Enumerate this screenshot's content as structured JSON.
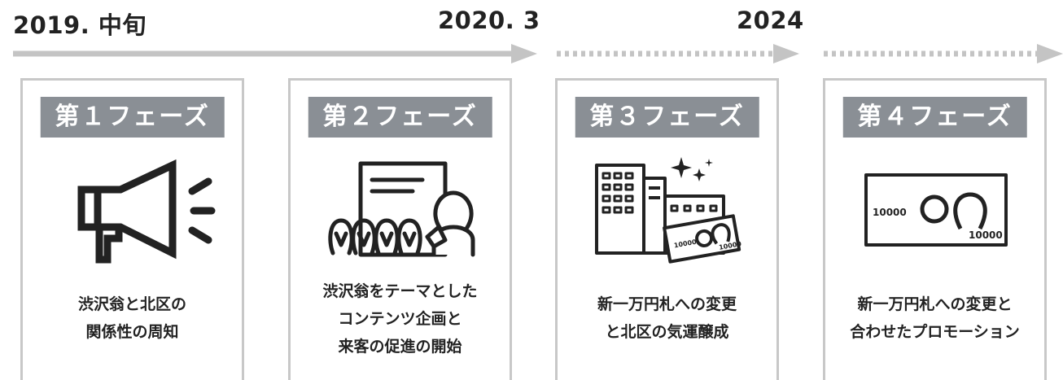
{
  "dates": [
    "2019. 中旬",
    "2020. 3",
    "2024"
  ],
  "colors": {
    "timeline_gray": "#c4c4c4",
    "label_bg": "#8a8f95",
    "card_border": "#c8c8c8",
    "icon_stroke": "#222222"
  },
  "phases": [
    {
      "label": "第１フェーズ",
      "icon": "megaphone-icon",
      "description": "渋沢翁と北区の\n関係性の周知"
    },
    {
      "label": "第２フェーズ",
      "icon": "presentation-audience-icon",
      "description": "渋沢翁をテーマとした\nコンテンツ企画と\n来客の促進の開始"
    },
    {
      "label": "第３フェーズ",
      "icon": "buildings-banknote-icon",
      "description": "新一万円札への変更\nと北区の気運醸成"
    },
    {
      "label": "第４フェーズ",
      "icon": "banknote-icon",
      "description": "新一万円札への変更と\n合わせたプロモーション"
    }
  ],
  "banknote_text": "10000"
}
